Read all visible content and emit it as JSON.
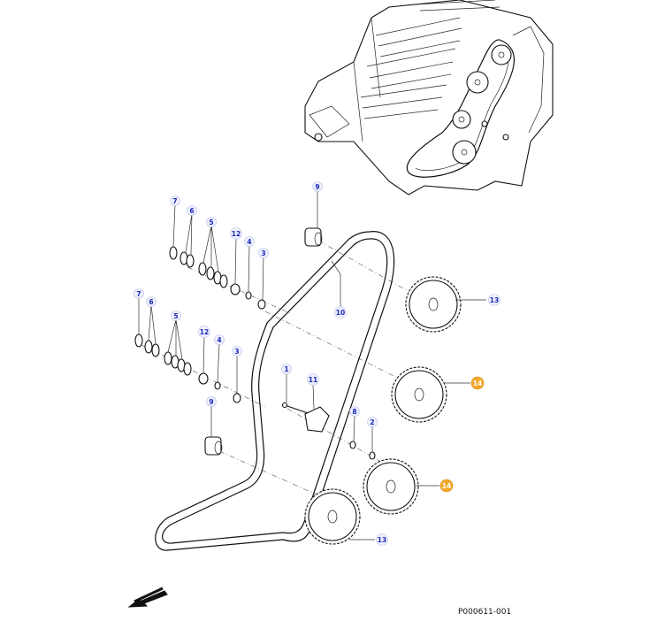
{
  "figure_ref": "P000611-001",
  "callouts": [
    {
      "label": "9"
    },
    {
      "label": "7"
    },
    {
      "label": "6"
    },
    {
      "label": "5"
    },
    {
      "label": "12"
    },
    {
      "label": "4"
    },
    {
      "label": "3"
    },
    {
      "label": "10"
    },
    {
      "label": "13"
    },
    {
      "label": "7"
    },
    {
      "label": "6"
    },
    {
      "label": "5"
    },
    {
      "label": "12"
    },
    {
      "label": "4"
    },
    {
      "label": "3"
    },
    {
      "label": "1"
    },
    {
      "label": "11"
    },
    {
      "label": "14"
    },
    {
      "label": "9"
    },
    {
      "label": "8"
    },
    {
      "label": "2"
    },
    {
      "label": "14"
    },
    {
      "label": "13"
    }
  ],
  "colors": {
    "callout_text": "#1b2ab5",
    "callout_highlight": "#f2a92a",
    "line": "#111111"
  }
}
